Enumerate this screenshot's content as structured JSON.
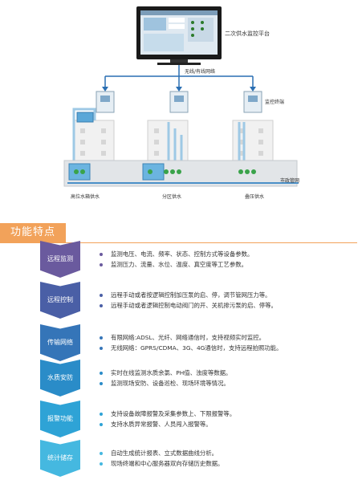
{
  "diagram": {
    "platform_label": "二次供水监控平台",
    "network_label": "无线/有线网络",
    "terminal_label": "监控终端",
    "pipe_label": "市政管网",
    "zones": [
      "高位水箱供水",
      "分区供水",
      "叠压供水"
    ]
  },
  "features": {
    "title": "功能特点",
    "accent_color": "#f2a25a",
    "items": [
      {
        "label": "远程监测",
        "color": "#6a5a9e",
        "bullet_color": "#6a5a9e",
        "bullets": [
          "监测电压、电流、频率、状态、控制方式等设备参数。",
          "监测压力、流量、水位、温度、真空度等工艺参数。"
        ]
      },
      {
        "label": "远程控制",
        "color": "#4a5fa6",
        "bullet_color": "#4a5fa6",
        "bullets": [
          "远程手动或者按逻辑控制加压泵的启、停，调节管网压力等。",
          "远程手动或者逻辑控制电动阀门的开、关机排污泵的启、停等。"
        ]
      },
      {
        "label": "传输网络",
        "color": "#3575b8",
        "bullet_color": "#3575b8",
        "bullets": [
          "有限网络:ADSL、光纤、网络通信时，支持视频实时监控。",
          "无线网络：GPRS/CDMA、3G、4G通信时，支持远程拍照功能。"
        ]
      },
      {
        "label": "水质安防",
        "color": "#2a8cc8",
        "bullet_color": "#2a8cc8",
        "bullets": [
          "实时在线监测水质余氯、PH值、浊度等数据。",
          "监测现场安防、设备巡检、现场环境等情况。"
        ]
      },
      {
        "label": "报警功能",
        "color": "#2ea3d6",
        "bullet_color": "#2ea3d6",
        "bullets": [
          "支持设备故障报警及采集参数上、下限报警等。",
          "支持水质异常报警、人员闯入报警等。"
        ]
      },
      {
        "label": "统计储存",
        "color": "#45b8e0",
        "bullet_color": "#45b8e0",
        "bullets": [
          "自动生成统计报表、立式数据曲线分析。",
          "现场终端和中心服务器双向存储历史数据。"
        ]
      }
    ]
  }
}
